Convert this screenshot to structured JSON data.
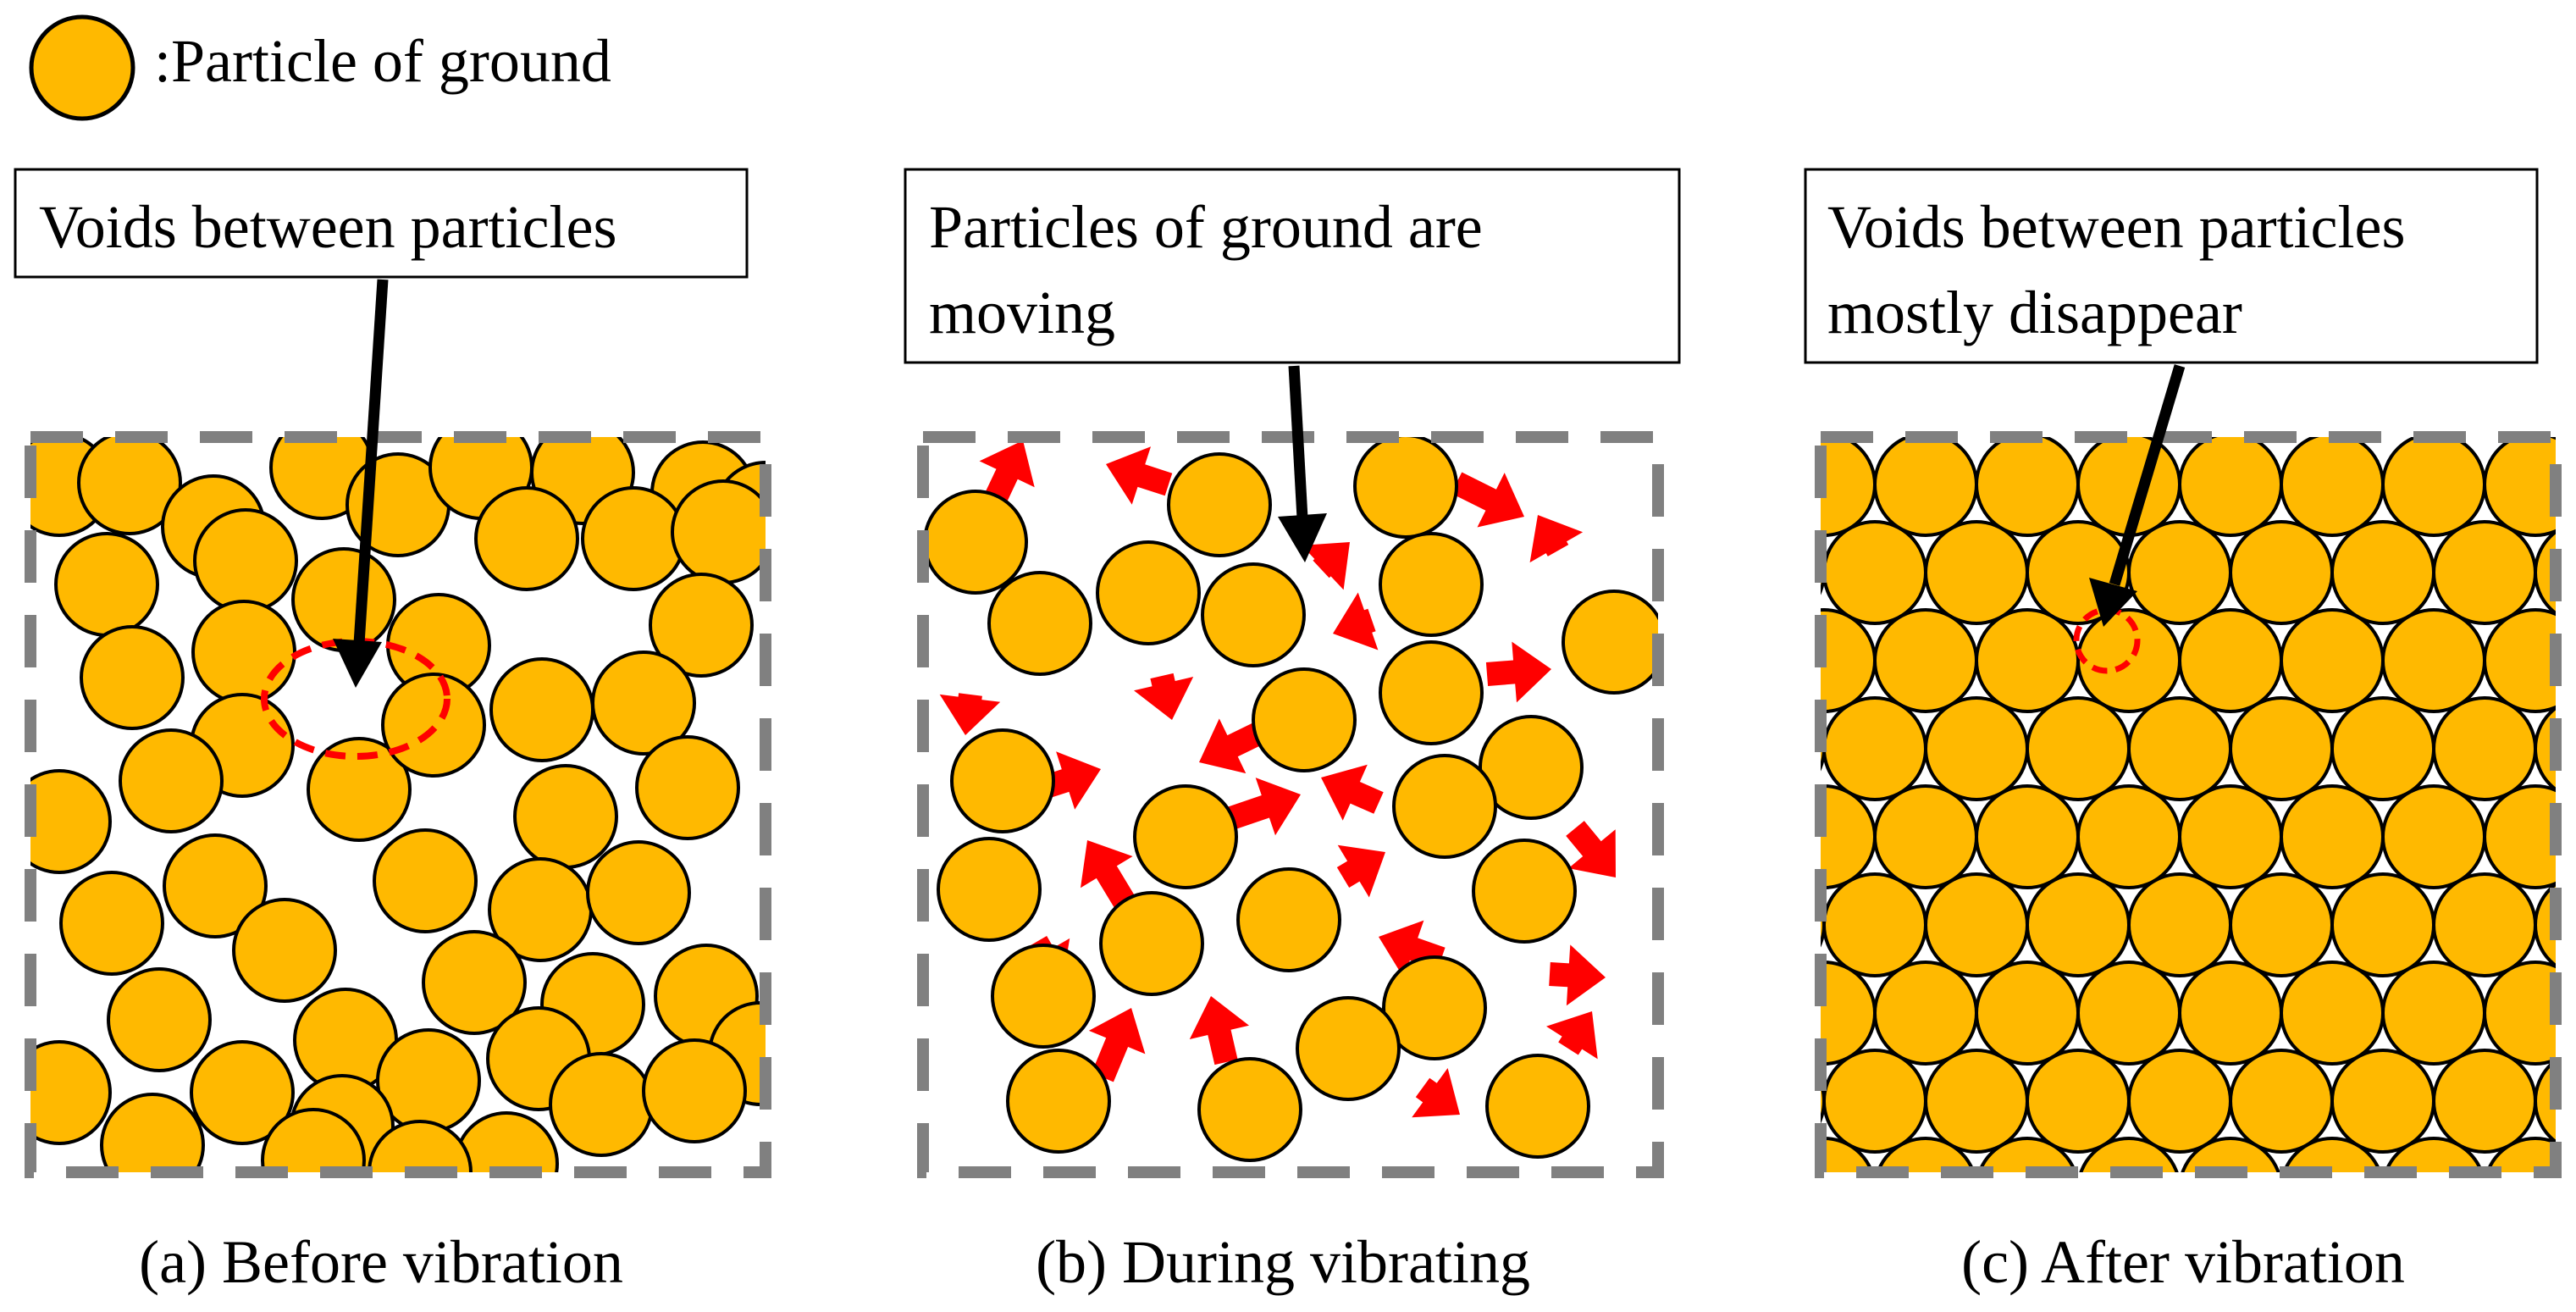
{
  "legend": {
    "label": ":Particle of ground",
    "particle_fill": "#FFB900",
    "particle_stroke": "#000000"
  },
  "panels": [
    {
      "id": "a",
      "caption": "(a) Before vibration",
      "callout_lines": [
        "Voids between particles"
      ]
    },
    {
      "id": "b",
      "caption": "(b) During vibrating",
      "callout_lines": [
        "Particles of ground are",
        "moving"
      ]
    },
    {
      "id": "c",
      "caption": "(c) After vibration",
      "callout_lines": [
        "Voids between particles",
        "mostly disappear"
      ]
    }
  ],
  "colors": {
    "particle": "#FFB900",
    "boundary_dash": "#808080",
    "void_marker": "#FF0000",
    "motion_arrow": "#FF0000",
    "pointer_arrow": "#000000"
  }
}
